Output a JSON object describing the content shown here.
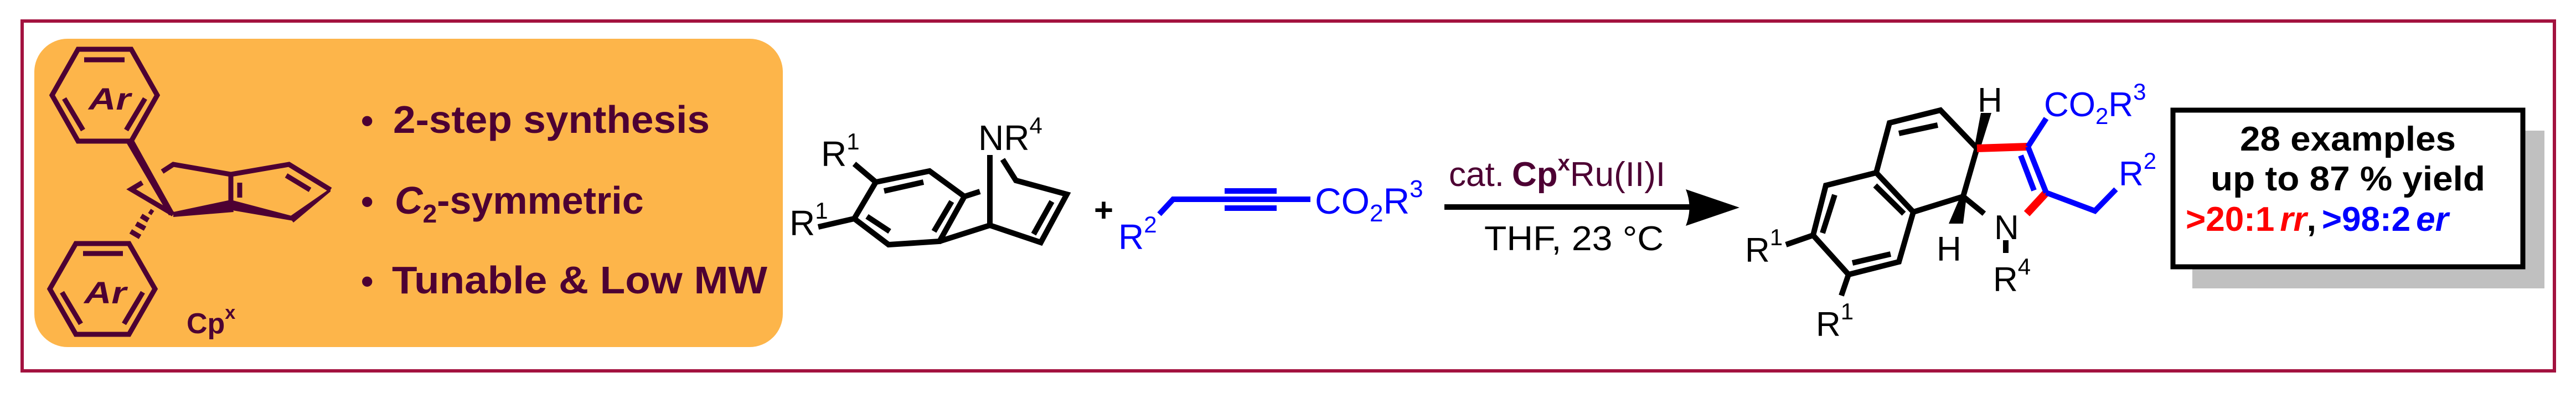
{
  "colors": {
    "frame": "#a3123f",
    "panel": "#fdb54a",
    "ligand_text": "#4d0033",
    "blue": "#0000ff",
    "red": "#ff0000",
    "shadow": "#c0c0c0"
  },
  "ligand_panel": {
    "aryl_label_top": "Ar",
    "aryl_label_bottom": "Ar",
    "name": "Cp",
    "name_sup": "x",
    "features": [
      {
        "bullet": "•",
        "text": "2-step synthesis"
      },
      {
        "bullet": "•",
        "pre": "C",
        "sub": "2",
        "post": "-symmetric"
      },
      {
        "bullet": "•",
        "text": "Tunable & Low MW"
      }
    ]
  },
  "reactant_bicycle": {
    "n_label": "NR",
    "n_sup": "4",
    "r1_top": "R",
    "r1_top_sup": "1",
    "r1_bottom": "R",
    "r1_bottom_sup": "1"
  },
  "plus": "+",
  "reactant_alkyne": {
    "r2": "R",
    "r2_sup": "2",
    "ester": "CO",
    "ester_sub": "2",
    "ester_r": "R",
    "ester_sup": "3"
  },
  "conditions": {
    "cat": "cat.",
    "catalyst": "Cp",
    "catalyst_sup": "x",
    "metal": "Ru(II)I",
    "solvent_temp": "THF, 23 °C"
  },
  "product": {
    "h_top": "H",
    "h_bottom": "H",
    "n": "N",
    "r4": "R",
    "r4_sup": "4",
    "ester": "CO",
    "ester_sub": "2",
    "ester_r": "R",
    "ester_sup": "3",
    "r2": "R",
    "r2_sup": "2",
    "r1_left": "R",
    "r1_left_sup": "1",
    "r1_bottom": "R",
    "r1_bottom_sup": "1"
  },
  "results": {
    "examples": "28 examples",
    "yield": "up to 87 % yield",
    "rr_value": ">20:1",
    "rr_label": "rr",
    "separator": ",",
    "er_value": ">98:2",
    "er_label": "er"
  }
}
